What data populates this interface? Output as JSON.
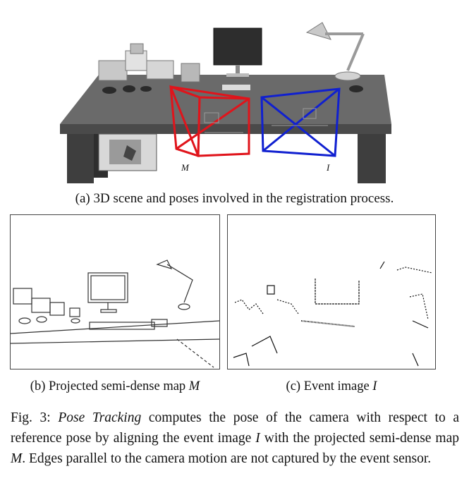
{
  "scene": {
    "label_m": "M",
    "label_i": "I",
    "caption": "(a) 3D scene and poses involved in the registration process."
  },
  "panel_b": {
    "caption_text": "(b) Projected semi-dense map ",
    "caption_math": "M"
  },
  "panel_c": {
    "caption_text": "(c) Event image ",
    "caption_math": "I"
  },
  "figure_caption": {
    "prefix": "Fig. 3: ",
    "emph": "Pose Tracking",
    "part1": " computes the pose of the camera with respect to a reference pose by aligning the event image ",
    "math1": "I",
    "part2": " with the projected semi-dense map ",
    "math2": "M",
    "part3": ". Edges parallel to the camera motion are not captured by the event sensor."
  },
  "colors": {
    "frame_m": "#e0141b",
    "frame_i": "#1020d0",
    "desk": "#5f5f5f"
  }
}
